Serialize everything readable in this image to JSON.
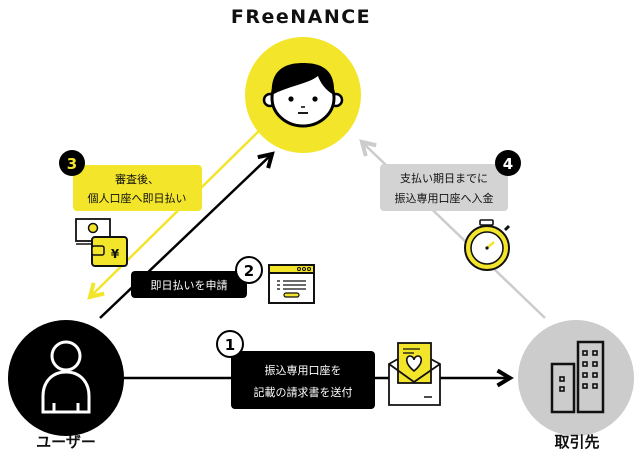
{
  "logo": "FReeNANCE",
  "nodes": {
    "freenance": {
      "icon": "person-face-icon"
    },
    "user": {
      "label": "ユーザー",
      "icon": "user-icon"
    },
    "client": {
      "label": "取引先",
      "icon": "building-icon"
    }
  },
  "steps": [
    {
      "number": "1",
      "lines": [
        "振込専用口座を",
        "記載の請求書を送付"
      ],
      "icon": "envelope-heart-icon"
    },
    {
      "number": "2",
      "lines": [
        "即日払いを申請"
      ],
      "icon": "browser-form-icon"
    },
    {
      "number": "3",
      "lines": [
        "審査後、",
        "個人口座へ即日払い"
      ],
      "icon": "wallet-yen-icon"
    },
    {
      "number": "4",
      "lines": [
        "支払い期日までに",
        "振込専用口座へ入金"
      ],
      "icon": "stopwatch-icon"
    }
  ],
  "colors": {
    "yellow": "#f2e52a",
    "black": "#000000",
    "gray": "#cccccc",
    "gray_box": "#d3d3d3"
  }
}
